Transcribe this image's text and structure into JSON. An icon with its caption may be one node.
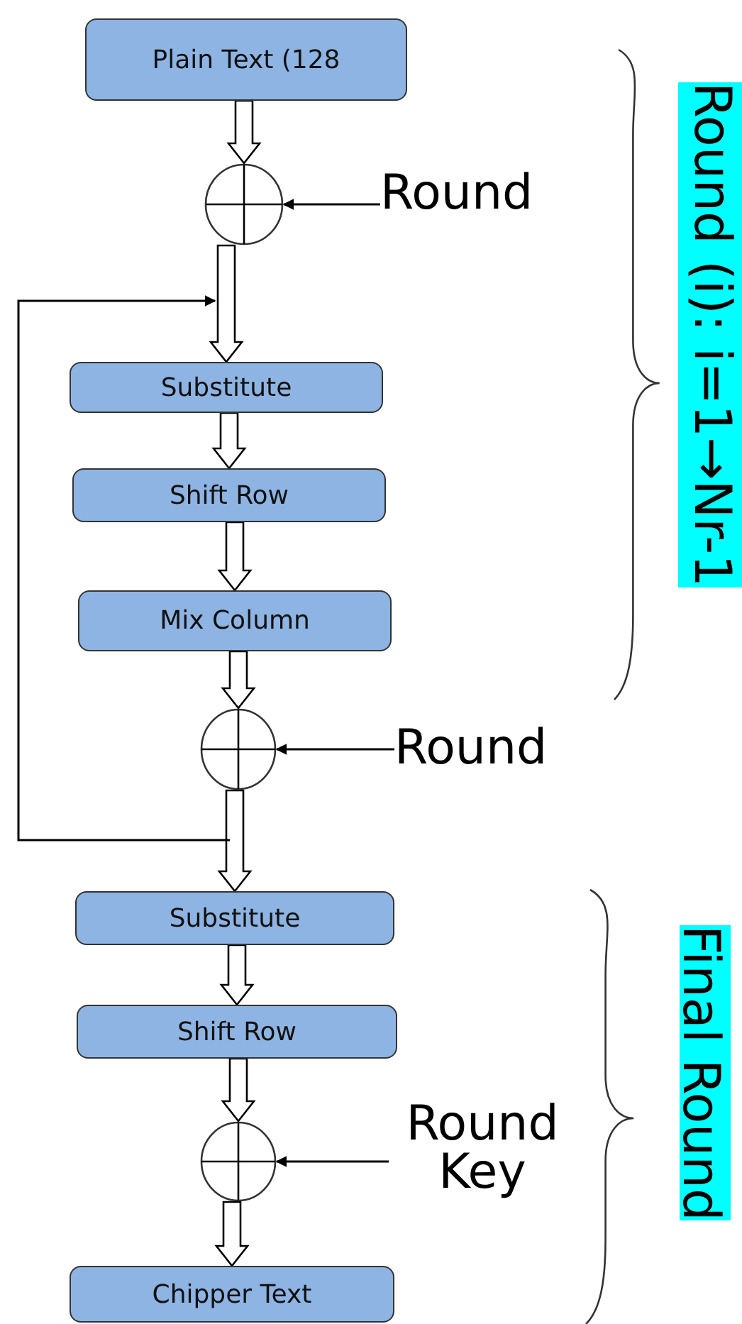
{
  "diagram": {
    "nodes": [
      {
        "text": [
          "Plain Text (128"
        ]
      },
      {
        "text": [],
        "shape": "circle"
      },
      {
        "text": [
          "Round"
        ]
      },
      {
        "text": [
          "Substitute"
        ]
      },
      {
        "text": [
          "Shift Row"
        ]
      },
      {
        "text": [
          "Mix Column"
        ]
      },
      {
        "text": [],
        "shape": "circle"
      },
      {
        "text": [
          "Round"
        ]
      },
      {
        "text": [
          "Substitute"
        ]
      },
      {
        "text": [
          "Shift Row"
        ]
      },
      {
        "text": [],
        "shape": "circle"
      },
      {
        "text": [
          "Round Key"
        ]
      },
      {
        "text": [
          "Chipper Text"
        ]
      }
    ],
    "edges": [
      {
        "from": 0,
        "to": 1,
        "arrow": "to",
        "style": "thick"
      },
      {
        "from": 2,
        "to": 1,
        "arrow": "to"
      },
      {
        "from": 1,
        "to": 3,
        "arrow": "to",
        "style": "thick"
      },
      {
        "from": 3,
        "to": 4,
        "arrow": "to",
        "style": "thick"
      },
      {
        "from": 4,
        "to": 5,
        "arrow": "to",
        "style": "thick"
      },
      {
        "from": 5,
        "to": 6,
        "arrow": "to",
        "style": "thick"
      },
      {
        "from": 7,
        "to": 6,
        "arrow": "to"
      },
      {
        "from": 6,
        "to": 8,
        "arrow": "to",
        "style": "thick"
      },
      {
        "from": 6,
        "to": 3,
        "arrow": "to"
      },
      {
        "from": 8,
        "to": 9,
        "arrow": "to",
        "style": "thick"
      },
      {
        "from": 9,
        "to": 10,
        "arrow": "to",
        "style": "thick"
      },
      {
        "from": 11,
        "to": 10,
        "arrow": "to"
      },
      {
        "from": 10,
        "to": 12,
        "arrow": "to",
        "style": "thick"
      }
    ],
    "labels": [
      "Round (i): i=1→Nr-1",
      "Final Round"
    ]
  }
}
